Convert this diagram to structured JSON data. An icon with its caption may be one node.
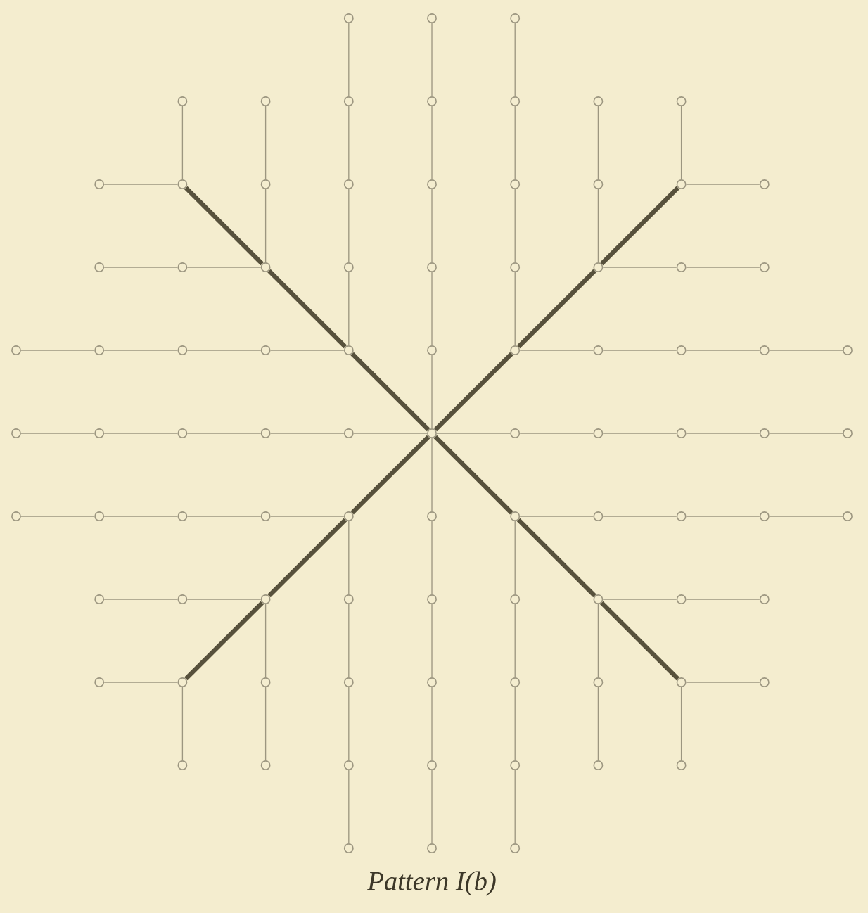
{
  "diagram": {
    "caption": "Pattern I(b)",
    "nodes": [
      {
        "text": [],
        "shape": "circle"
      },
      {
        "text": [],
        "shape": "circle"
      },
      {
        "text": [],
        "shape": "circle"
      },
      {
        "text": [],
        "shape": "circle"
      },
      {
        "text": [],
        "shape": "circle"
      },
      {
        "text": [],
        "shape": "circle"
      },
      {
        "text": [],
        "shape": "circle"
      },
      {
        "text": [],
        "shape": "circle"
      },
      {
        "text": [],
        "shape": "circle"
      },
      {
        "text": [],
        "shape": "circle"
      },
      {
        "text": [],
        "shape": "circle"
      },
      {
        "text": [],
        "shape": "circle"
      },
      {
        "text": [],
        "shape": "circle"
      },
      {
        "text": [],
        "shape": "circle"
      },
      {
        "text": [],
        "shape": "circle"
      },
      {
        "text": [],
        "shape": "circle"
      },
      {
        "text": [],
        "shape": "circle"
      },
      {
        "text": [],
        "shape": "circle"
      },
      {
        "text": [],
        "shape": "circle"
      },
      {
        "text": [],
        "shape": "circle"
      },
      {
        "text": [],
        "shape": "circle"
      },
      {
        "text": [],
        "shape": "circle"
      },
      {
        "text": [],
        "shape": "circle"
      },
      {
        "text": [],
        "shape": "circle"
      },
      {
        "text": [],
        "shape": "circle"
      },
      {
        "text": [],
        "shape": "circle"
      },
      {
        "text": [],
        "shape": "circle"
      },
      {
        "text": [],
        "shape": "circle"
      },
      {
        "text": [],
        "shape": "circle"
      },
      {
        "text": [],
        "shape": "circle"
      },
      {
        "text": [],
        "shape": "circle"
      },
      {
        "text": [],
        "shape": "circle"
      },
      {
        "text": [],
        "shape": "circle"
      },
      {
        "text": [],
        "shape": "circle"
      },
      {
        "text": [],
        "shape": "circle"
      },
      {
        "text": [],
        "shape": "circle"
      },
      {
        "text": [],
        "shape": "circle"
      },
      {
        "text": [],
        "shape": "circle"
      },
      {
        "text": [],
        "shape": "circle"
      },
      {
        "text": [],
        "shape": "circle"
      },
      {
        "text": [],
        "shape": "circle"
      },
      {
        "text": [],
        "shape": "circle"
      },
      {
        "text": [],
        "shape": "circle"
      },
      {
        "text": [],
        "shape": "circle"
      },
      {
        "text": [],
        "shape": "circle"
      },
      {
        "text": [],
        "shape": "circle"
      },
      {
        "text": [],
        "shape": "circle"
      },
      {
        "text": [],
        "shape": "circle"
      },
      {
        "text": [],
        "shape": "circle"
      },
      {
        "text": [],
        "shape": "circle"
      },
      {
        "text": [],
        "shape": "circle"
      },
      {
        "text": [],
        "shape": "circle"
      },
      {
        "text": [],
        "shape": "circle"
      },
      {
        "text": [],
        "shape": "circle"
      },
      {
        "text": [],
        "shape": "circle"
      },
      {
        "text": [],
        "shape": "circle"
      },
      {
        "text": [],
        "shape": "circle"
      },
      {
        "text": [],
        "shape": "circle"
      },
      {
        "text": [],
        "shape": "circle"
      },
      {
        "text": [],
        "shape": "circle"
      },
      {
        "text": [],
        "shape": "circle"
      },
      {
        "text": [],
        "shape": "circle"
      },
      {
        "text": [],
        "shape": "circle"
      },
      {
        "text": [],
        "shape": "circle"
      },
      {
        "text": [],
        "shape": "circle"
      },
      {
        "text": [],
        "shape": "circle"
      },
      {
        "text": [],
        "shape": "circle"
      },
      {
        "text": [],
        "shape": "circle"
      },
      {
        "text": [],
        "shape": "circle"
      },
      {
        "text": [],
        "shape": "circle"
      },
      {
        "text": [],
        "shape": "circle"
      },
      {
        "text": [],
        "shape": "circle"
      },
      {
        "text": [],
        "shape": "circle"
      },
      {
        "text": [],
        "shape": "circle"
      },
      {
        "text": [],
        "shape": "circle"
      },
      {
        "text": [],
        "shape": "circle"
      },
      {
        "text": [],
        "shape": "circle"
      },
      {
        "text": [],
        "shape": "circle"
      },
      {
        "text": [],
        "shape": "circle"
      },
      {
        "text": [],
        "shape": "circle"
      },
      {
        "text": [],
        "shape": "circle"
      },
      {
        "text": [],
        "shape": "circle"
      },
      {
        "text": [],
        "shape": "circle"
      },
      {
        "text": [],
        "shape": "circle"
      },
      {
        "text": [],
        "shape": "circle"
      },
      {
        "text": [],
        "shape": "circle"
      },
      {
        "text": [],
        "shape": "circle"
      },
      {
        "text": [],
        "shape": "circle"
      },
      {
        "text": [],
        "shape": "circle"
      }
    ],
    "edges": [
      {
        "from": 1,
        "to": 6,
        "arrow": "none"
      },
      {
        "from": 6,
        "to": 14,
        "arrow": "none"
      },
      {
        "from": 14,
        "to": 23,
        "arrow": "none"
      },
      {
        "from": 23,
        "to": 33,
        "arrow": "none"
      },
      {
        "from": 33,
        "to": 44,
        "arrow": "none"
      },
      {
        "from": 44,
        "to": 55,
        "arrow": "none"
      },
      {
        "from": 55,
        "to": 65,
        "arrow": "none"
      },
      {
        "from": 65,
        "to": 74,
        "arrow": "none"
      },
      {
        "from": 74,
        "to": 82,
        "arrow": "none"
      },
      {
        "from": 82,
        "to": 87,
        "arrow": "none"
      },
      {
        "from": 0,
        "to": 5,
        "arrow": "none"
      },
      {
        "from": 5,
        "to": 13,
        "arrow": "none"
      },
      {
        "from": 13,
        "to": 22,
        "arrow": "none"
      },
      {
        "from": 22,
        "to": 32,
        "arrow": "none"
      },
      {
        "from": 54,
        "to": 64,
        "arrow": "none"
      },
      {
        "from": 64,
        "to": 73,
        "arrow": "none"
      },
      {
        "from": 73,
        "to": 81,
        "arrow": "none"
      },
      {
        "from": 81,
        "to": 86,
        "arrow": "none"
      },
      {
        "from": 2,
        "to": 7,
        "arrow": "none"
      },
      {
        "from": 7,
        "to": 15,
        "arrow": "none"
      },
      {
        "from": 15,
        "to": 24,
        "arrow": "none"
      },
      {
        "from": 24,
        "to": 34,
        "arrow": "none"
      },
      {
        "from": 56,
        "to": 66,
        "arrow": "none"
      },
      {
        "from": 66,
        "to": 75,
        "arrow": "none"
      },
      {
        "from": 75,
        "to": 83,
        "arrow": "none"
      },
      {
        "from": 83,
        "to": 88,
        "arrow": "none"
      },
      {
        "from": 4,
        "to": 12,
        "arrow": "none"
      },
      {
        "from": 12,
        "to": 21,
        "arrow": "none"
      },
      {
        "from": 63,
        "to": 72,
        "arrow": "none"
      },
      {
        "from": 72,
        "to": 80,
        "arrow": "none"
      },
      {
        "from": 8,
        "to": 16,
        "arrow": "none"
      },
      {
        "from": 16,
        "to": 25,
        "arrow": "none"
      },
      {
        "from": 67,
        "to": 76,
        "arrow": "none"
      },
      {
        "from": 76,
        "to": 84,
        "arrow": "none"
      },
      {
        "from": 3,
        "to": 11,
        "arrow": "none"
      },
      {
        "from": 71,
        "to": 79,
        "arrow": "none"
      },
      {
        "from": 9,
        "to": 17,
        "arrow": "none"
      },
      {
        "from": 77,
        "to": 85,
        "arrow": "none"
      },
      {
        "from": 39,
        "to": 40,
        "arrow": "none"
      },
      {
        "from": 40,
        "to": 41,
        "arrow": "none"
      },
      {
        "from": 41,
        "to": 42,
        "arrow": "none"
      },
      {
        "from": 42,
        "to": 43,
        "arrow": "none"
      },
      {
        "from": 43,
        "to": 44,
        "arrow": "none"
      },
      {
        "from": 44,
        "to": 45,
        "arrow": "none"
      },
      {
        "from": 45,
        "to": 46,
        "arrow": "none"
      },
      {
        "from": 46,
        "to": 47,
        "arrow": "none"
      },
      {
        "from": 47,
        "to": 48,
        "arrow": "none"
      },
      {
        "from": 48,
        "to": 49,
        "arrow": "none"
      },
      {
        "from": 28,
        "to": 29,
        "arrow": "none"
      },
      {
        "from": 29,
        "to": 30,
        "arrow": "none"
      },
      {
        "from": 30,
        "to": 31,
        "arrow": "none"
      },
      {
        "from": 31,
        "to": 32,
        "arrow": "none"
      },
      {
        "from": 34,
        "to": 35,
        "arrow": "none"
      },
      {
        "from": 35,
        "to": 36,
        "arrow": "none"
      },
      {
        "from": 36,
        "to": 37,
        "arrow": "none"
      },
      {
        "from": 37,
        "to": 38,
        "arrow": "none"
      },
      {
        "from": 50,
        "to": 51,
        "arrow": "none"
      },
      {
        "from": 51,
        "to": 52,
        "arrow": "none"
      },
      {
        "from": 52,
        "to": 53,
        "arrow": "none"
      },
      {
        "from": 53,
        "to": 54,
        "arrow": "none"
      },
      {
        "from": 56,
        "to": 57,
        "arrow": "none"
      },
      {
        "from": 57,
        "to": 58,
        "arrow": "none"
      },
      {
        "from": 58,
        "to": 59,
        "arrow": "none"
      },
      {
        "from": 59,
        "to": 60,
        "arrow": "none"
      },
      {
        "from": 19,
        "to": 20,
        "arrow": "none"
      },
      {
        "from": 20,
        "to": 21,
        "arrow": "none"
      },
      {
        "from": 25,
        "to": 26,
        "arrow": "none"
      },
      {
        "from": 26,
        "to": 27,
        "arrow": "none"
      },
      {
        "from": 61,
        "to": 62,
        "arrow": "none"
      },
      {
        "from": 62,
        "to": 63,
        "arrow": "none"
      },
      {
        "from": 67,
        "to": 68,
        "arrow": "none"
      },
      {
        "from": 68,
        "to": 69,
        "arrow": "none"
      },
      {
        "from": 10,
        "to": 11,
        "arrow": "none"
      },
      {
        "from": 17,
        "to": 18,
        "arrow": "none"
      },
      {
        "from": 70,
        "to": 71,
        "arrow": "none"
      },
      {
        "from": 77,
        "to": 78,
        "arrow": "none"
      },
      {
        "from": 11,
        "to": 21,
        "arrow": "none",
        "style": "thick",
        "color": "#57513c"
      },
      {
        "from": 21,
        "to": 32,
        "arrow": "none",
        "style": "thick",
        "color": "#57513c"
      },
      {
        "from": 32,
        "to": 44,
        "arrow": "none",
        "style": "thick",
        "color": "#57513c"
      },
      {
        "from": 17,
        "to": 25,
        "arrow": "none",
        "style": "thick",
        "color": "#57513c"
      },
      {
        "from": 25,
        "to": 34,
        "arrow": "none",
        "style": "thick",
        "color": "#57513c"
      },
      {
        "from": 34,
        "to": 44,
        "arrow": "none",
        "style": "thick",
        "color": "#57513c"
      },
      {
        "from": 44,
        "to": 54,
        "arrow": "none",
        "style": "thick",
        "color": "#57513c"
      },
      {
        "from": 54,
        "to": 63,
        "arrow": "none",
        "style": "thick",
        "color": "#57513c"
      },
      {
        "from": 63,
        "to": 71,
        "arrow": "none",
        "style": "thick",
        "color": "#57513c"
      },
      {
        "from": 44,
        "to": 56,
        "arrow": "none",
        "style": "thick",
        "color": "#57513c"
      },
      {
        "from": 56,
        "to": 67,
        "arrow": "none",
        "style": "thick",
        "color": "#57513c"
      },
      {
        "from": 67,
        "to": 77,
        "arrow": "none",
        "style": "thick",
        "color": "#57513c"
      }
    ]
  }
}
